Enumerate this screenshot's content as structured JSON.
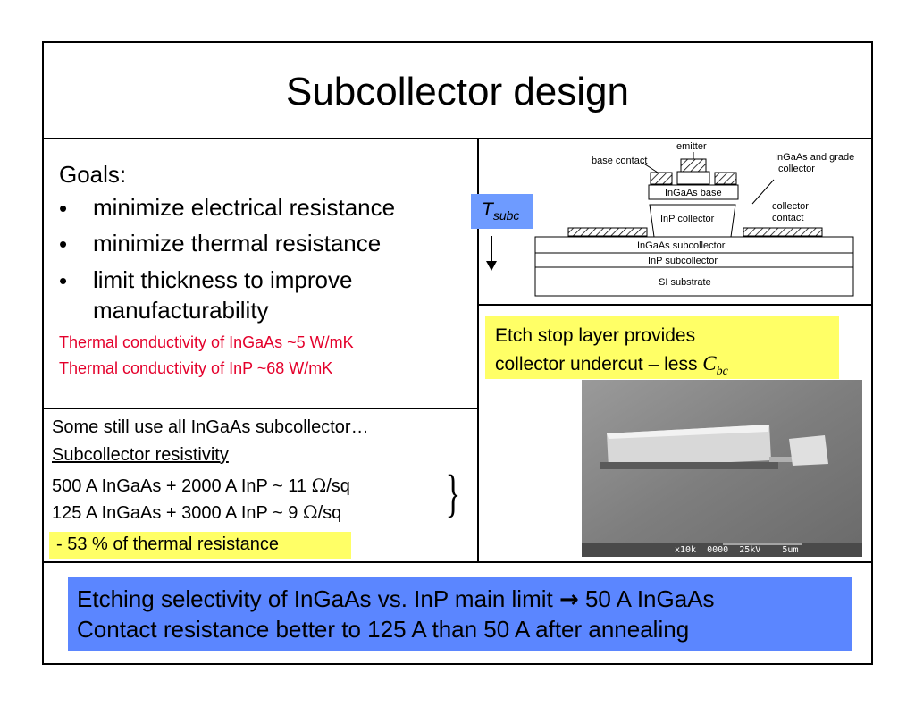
{
  "title": "Subcollector design",
  "goals": {
    "heading": "Goals:",
    "bullet": "•",
    "items": [
      "minimize electrical resistance",
      "minimize thermal resistance",
      "limit thickness to improve",
      "manufacturability"
    ],
    "notes": [
      "Thermal conductivity of InGaAs ~5 W/mK",
      "Thermal conductivity of InP ~68 W/mK"
    ]
  },
  "resistivity": {
    "intro": "Some still use all InGaAs subcollector…",
    "heading": "Subcollector resistivity",
    "row1_prefix": "500 A InGaAs + 2000 A InP ~ 11 ",
    "row2_prefix": "125 A InGaAs + 3000 A InP ~ 9 ",
    "omega": "Ω",
    "unit": "/sq",
    "brace": "}",
    "highlight": "- 53 % of thermal resistance"
  },
  "diagram": {
    "tsubc_main": "T",
    "tsubc_sub": "subc",
    "labels": {
      "emitter": "emitter",
      "base_contact": "base contact",
      "ingaas_grade_1": "InGaAs and grade",
      "ingaas_grade_2": "collector",
      "ingaas_base": "InGaAs base",
      "inp_collector": "InP collector",
      "collector_contact_1": "collector",
      "collector_contact_2": "contact",
      "ingaas_subcollector": "InGaAs subcollector",
      "inp_subcollector": "InP subcollector",
      "si_substrate": "SI substrate"
    }
  },
  "etch": {
    "line1": "Etch stop layer provides",
    "line2": "collector undercut – less ",
    "cbc_main": "C",
    "cbc_sub": "bc",
    "sem_caption": "x10k  0000  25kV    5um"
  },
  "footer": {
    "line1_prefix": "Etching selectivity of InGaAs vs. InP main limit ",
    "arrow": "→",
    "line1_suffix": " 50 A InGaAs",
    "line2": "Contact resistance better to 125 A than 50 A after annealing"
  },
  "colors": {
    "highlight_yellow": "#ffff66",
    "footer_blue": "#5b86ff",
    "red_text": "#e4002b"
  }
}
